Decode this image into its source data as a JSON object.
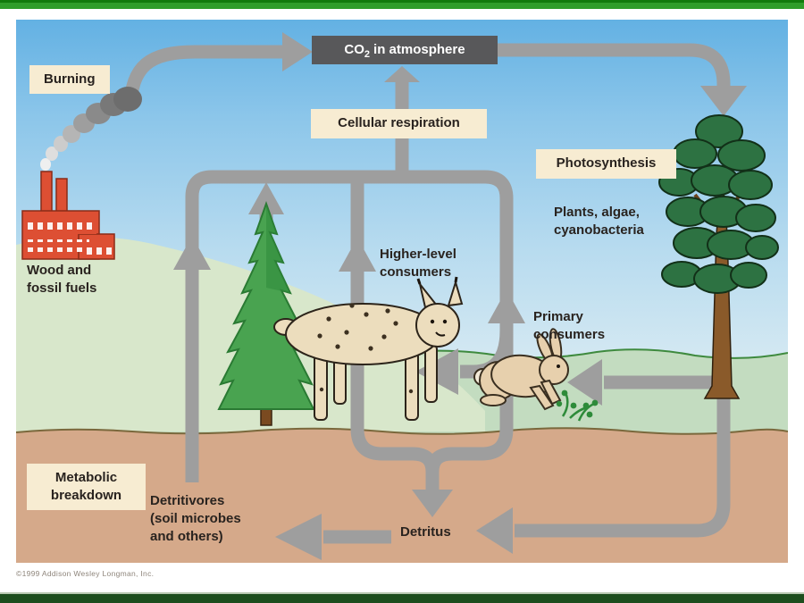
{
  "slide": {
    "copyright": "©1999 Addison Wesley Longman, Inc.",
    "colors": {
      "top_bar": "#2f9d2a",
      "bottom_bar": "#1d4e1e",
      "sky_top": "#63b1e3",
      "sky_bottom": "#e9f2ea",
      "hill_green": "#d8e7cb",
      "grass_green": "#c3dcc0",
      "soil_tan": "#d5a98a",
      "arrow_gray": "#9e9e9e",
      "label_cream": "#f7ecd2",
      "co2_box_bg": "#58585a",
      "co2_box_text": "#ffffff",
      "text": "#29231f",
      "factory_red": "#dd4f33",
      "pine_tree_green": "#49a350",
      "tall_tree_green": "#2d7242",
      "trunk_brown": "#8a5a2a"
    }
  },
  "labels": {
    "burning": "Burning",
    "co2_prefix": "CO",
    "co2_sub": "2",
    "co2_suffix": "in atmosphere",
    "cellular_respiration": "Cellular respiration",
    "photosynthesis": "Photosynthesis",
    "plants_line1": "Plants, algae,",
    "plants_line2": "cyanobacteria",
    "higher_line1": "Higher-level",
    "higher_line2": "consumers",
    "primary_line1": "Primary",
    "primary_line2": "consumers",
    "wood_line1": "Wood and",
    "wood_line2": "fossil fuels",
    "metabolic_line1": "Metabolic",
    "metabolic_line2": "breakdown",
    "detritivores_line1": "Detritivores",
    "detritivores_line2": "(soil microbes",
    "detritivores_line3": "and others)",
    "detritus": "Detritus"
  },
  "illustrations": [
    {
      "name": "factory-icon",
      "depicts": "factory with smoking chimneys (burning wood and fossil fuels)"
    },
    {
      "name": "smoke-puffs-icon",
      "depicts": "smoke plume rising into burning arrow"
    },
    {
      "name": "pine-tree-icon",
      "depicts": "young conifer (respiring plant)"
    },
    {
      "name": "tall-tree-icon",
      "depicts": "tall pine tree (photosynthesis / plants)"
    },
    {
      "name": "lynx-icon",
      "depicts": "lynx (higher-level consumer)"
    },
    {
      "name": "rabbit-icon",
      "depicts": "rabbit (primary consumer)"
    },
    {
      "name": "plant-sprigs-icon",
      "depicts": "green sprigs eaten by rabbit"
    }
  ],
  "flows": [
    {
      "from": "Burning (wood and fossil fuels)",
      "to": "CO2 in atmosphere"
    },
    {
      "from": "CO2 in atmosphere",
      "to": "Plants, algae, cyanobacteria",
      "process": "Photosynthesis"
    },
    {
      "from": "Plants",
      "to": "CO2 in atmosphere",
      "process": "Cellular respiration"
    },
    {
      "from": "Higher-level consumers",
      "to": "CO2 in atmosphere",
      "process": "Cellular respiration"
    },
    {
      "from": "Primary consumers",
      "to": "CO2 in atmosphere",
      "process": "Cellular respiration"
    },
    {
      "from": "Detritivores",
      "to": "CO2 in atmosphere",
      "process": "Cellular respiration"
    },
    {
      "from": "Plants",
      "to": "Primary consumers"
    },
    {
      "from": "Primary consumers",
      "to": "Higher-level consumers"
    },
    {
      "from": "Higher-level consumers",
      "to": "Detritus"
    },
    {
      "from": "Primary consumers",
      "to": "Detritus"
    },
    {
      "from": "Plants",
      "to": "Detritus"
    },
    {
      "from": "Detritus",
      "to": "Detritivores",
      "process": "Metabolic breakdown"
    }
  ]
}
